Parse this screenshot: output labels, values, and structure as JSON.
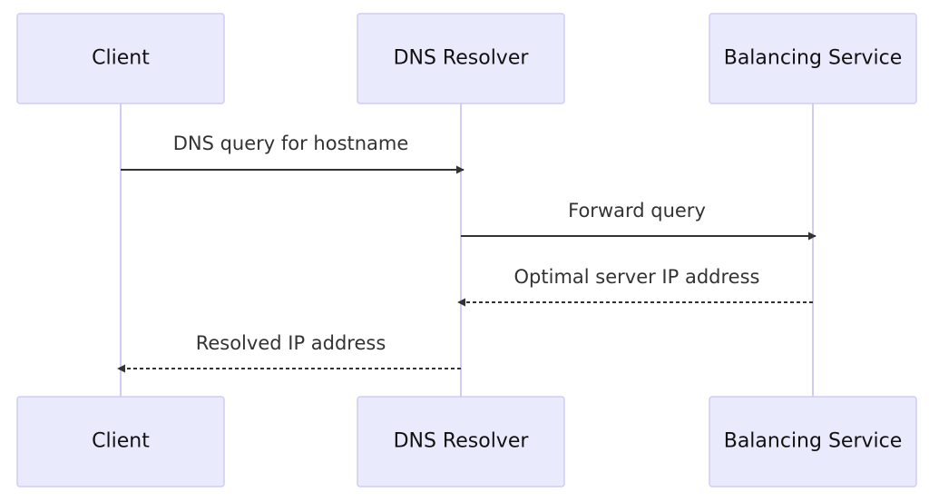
{
  "participants": [
    {
      "id": "client",
      "label": "Client"
    },
    {
      "id": "dns",
      "label": "DNS Resolver"
    },
    {
      "id": "balancer",
      "label": "Balancing Service"
    }
  ],
  "messages": [
    {
      "from": "client",
      "to": "dns",
      "label": "DNS query for hostname",
      "style": "solid"
    },
    {
      "from": "dns",
      "to": "balancer",
      "label": "Forward query",
      "style": "solid"
    },
    {
      "from": "balancer",
      "to": "dns",
      "label": "Optimal server IP address",
      "style": "dashed"
    },
    {
      "from": "dns",
      "to": "client",
      "label": "Resolved IP address",
      "style": "dashed"
    }
  ],
  "colors": {
    "actor_fill": "#eaeafd",
    "actor_stroke": "#cfcdf4",
    "lifeline": "#cfcdf4",
    "arrow": "#333333"
  }
}
